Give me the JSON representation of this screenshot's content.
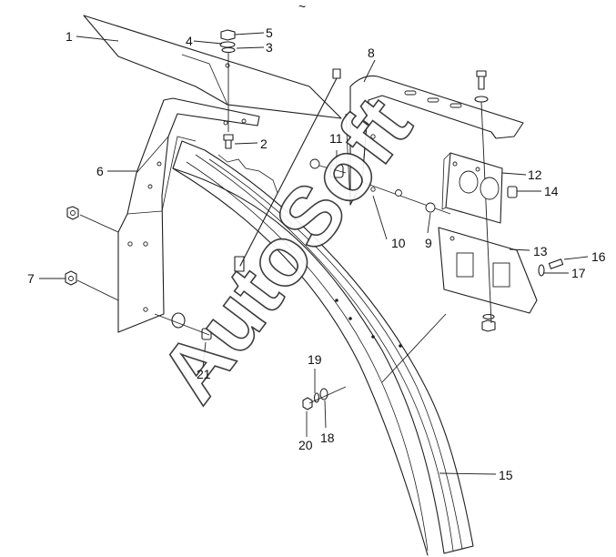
{
  "diagram": {
    "watermark": "AutoSoft",
    "stray_mark": "~",
    "callouts": [
      {
        "id": "c1",
        "label": "1"
      },
      {
        "id": "c2",
        "label": "2"
      },
      {
        "id": "c3",
        "label": "3"
      },
      {
        "id": "c4",
        "label": "4"
      },
      {
        "id": "c5",
        "label": "5"
      },
      {
        "id": "c6",
        "label": "6"
      },
      {
        "id": "c7",
        "label": "7"
      },
      {
        "id": "c8",
        "label": "8"
      },
      {
        "id": "c9",
        "label": "9"
      },
      {
        "id": "c10",
        "label": "10"
      },
      {
        "id": "c11",
        "label": "11"
      },
      {
        "id": "c12",
        "label": "12"
      },
      {
        "id": "c13",
        "label": "13"
      },
      {
        "id": "c14",
        "label": "14"
      },
      {
        "id": "c15",
        "label": "15"
      },
      {
        "id": "c16",
        "label": "16"
      },
      {
        "id": "c17",
        "label": "17"
      },
      {
        "id": "c18",
        "label": "18"
      },
      {
        "id": "c19",
        "label": "19"
      },
      {
        "id": "c20",
        "label": "20"
      },
      {
        "id": "c21",
        "label": "21"
      }
    ]
  }
}
